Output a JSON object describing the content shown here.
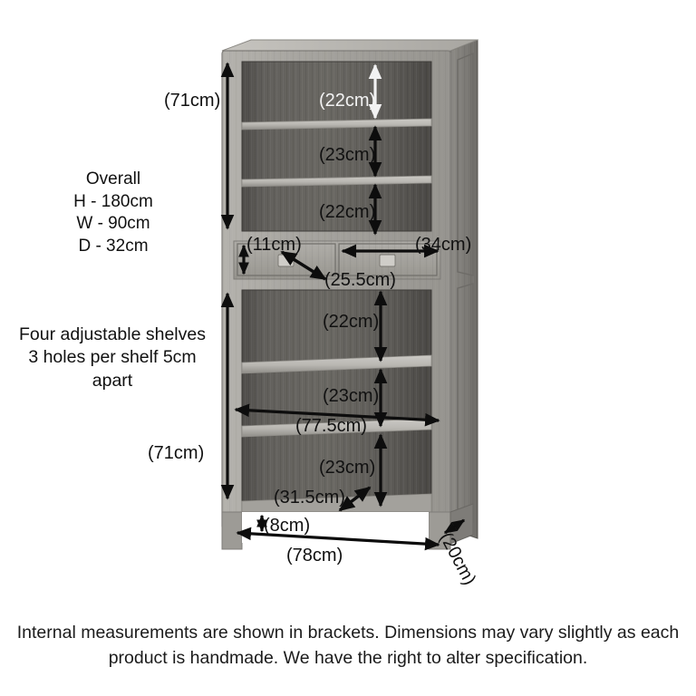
{
  "page": {
    "title": "Bookcase dimension diagram",
    "background_color": "#ffffff",
    "text_color": "#111111"
  },
  "overall": {
    "heading": "Overall",
    "height": "H - 180cm",
    "width": "W - 90cm",
    "depth": "D - 32cm",
    "full_text": "Overall\nH - 180cm\nW - 90cm\nD - 32cm"
  },
  "shelves_note": {
    "line1": "Four adjustable shelves",
    "line2": "3 holes per shelf 5cm",
    "line3": "apart",
    "full_text": "Four adjustable shelves\n3 holes per shelf 5cm\napart"
  },
  "disclaimer": {
    "text": "Internal measurements are shown in brackets. Dimensions may vary slightly as each product is handmade. We have the right to alter specification."
  },
  "dimensions": {
    "upper_section_height": "(71cm)",
    "upper_shelf_gap_1": "(22cm)",
    "upper_shelf_gap_2": "(23cm)",
    "upper_shelf_gap_3": "(22cm)",
    "drawer_height": "(11cm)",
    "drawer_width": "(34cm)",
    "drawer_depth": "(25.5cm)",
    "lower_shelf_gap_1": "(22cm)",
    "lower_shelf_gap_2": "(23cm)",
    "internal_width": "(77.5cm)",
    "lower_section_height": "(71cm)",
    "lower_shelf_gap_3": "(23cm)",
    "internal_depth": "(31.5cm)",
    "plinth_height": "(8cm)",
    "base_width": "(78cm)",
    "foot_depth": "(20cm)"
  },
  "chart_data": {
    "type": "diagram",
    "title": "Bookcase dimension diagram",
    "subject": "Tall bookcase with two drawers",
    "overall_measurements": [
      {
        "label": "H",
        "value": 180,
        "unit": "cm"
      },
      {
        "label": "W",
        "value": 90,
        "unit": "cm"
      },
      {
        "label": "D",
        "value": 32,
        "unit": "cm"
      }
    ],
    "internal_measurements": [
      {
        "name": "upper section height",
        "value": 71,
        "unit": "cm",
        "orientation": "vertical"
      },
      {
        "name": "upper shelf gap 1",
        "value": 22,
        "unit": "cm",
        "orientation": "vertical"
      },
      {
        "name": "upper shelf gap 2",
        "value": 23,
        "unit": "cm",
        "orientation": "vertical"
      },
      {
        "name": "upper shelf gap 3",
        "value": 22,
        "unit": "cm",
        "orientation": "vertical"
      },
      {
        "name": "drawer height",
        "value": 11,
        "unit": "cm",
        "orientation": "vertical"
      },
      {
        "name": "drawer width",
        "value": 34,
        "unit": "cm",
        "orientation": "horizontal"
      },
      {
        "name": "drawer depth",
        "value": 25.5,
        "unit": "cm",
        "orientation": "diagonal"
      },
      {
        "name": "lower shelf gap 1",
        "value": 22,
        "unit": "cm",
        "orientation": "vertical"
      },
      {
        "name": "lower shelf gap 2",
        "value": 23,
        "unit": "cm",
        "orientation": "vertical"
      },
      {
        "name": "internal width",
        "value": 77.5,
        "unit": "cm",
        "orientation": "horizontal"
      },
      {
        "name": "lower section height",
        "value": 71,
        "unit": "cm",
        "orientation": "vertical"
      },
      {
        "name": "lower shelf gap 3",
        "value": 23,
        "unit": "cm",
        "orientation": "vertical"
      },
      {
        "name": "internal depth",
        "value": 31.5,
        "unit": "cm",
        "orientation": "diagonal"
      },
      {
        "name": "plinth height",
        "value": 8,
        "unit": "cm",
        "orientation": "vertical"
      },
      {
        "name": "base width",
        "value": 78,
        "unit": "cm",
        "orientation": "horizontal"
      },
      {
        "name": "foot depth",
        "value": 20,
        "unit": "cm",
        "orientation": "diagonal"
      }
    ],
    "shelf_count": 4,
    "drawer_count": 2,
    "notes": "Internal measurements are shown in brackets."
  }
}
